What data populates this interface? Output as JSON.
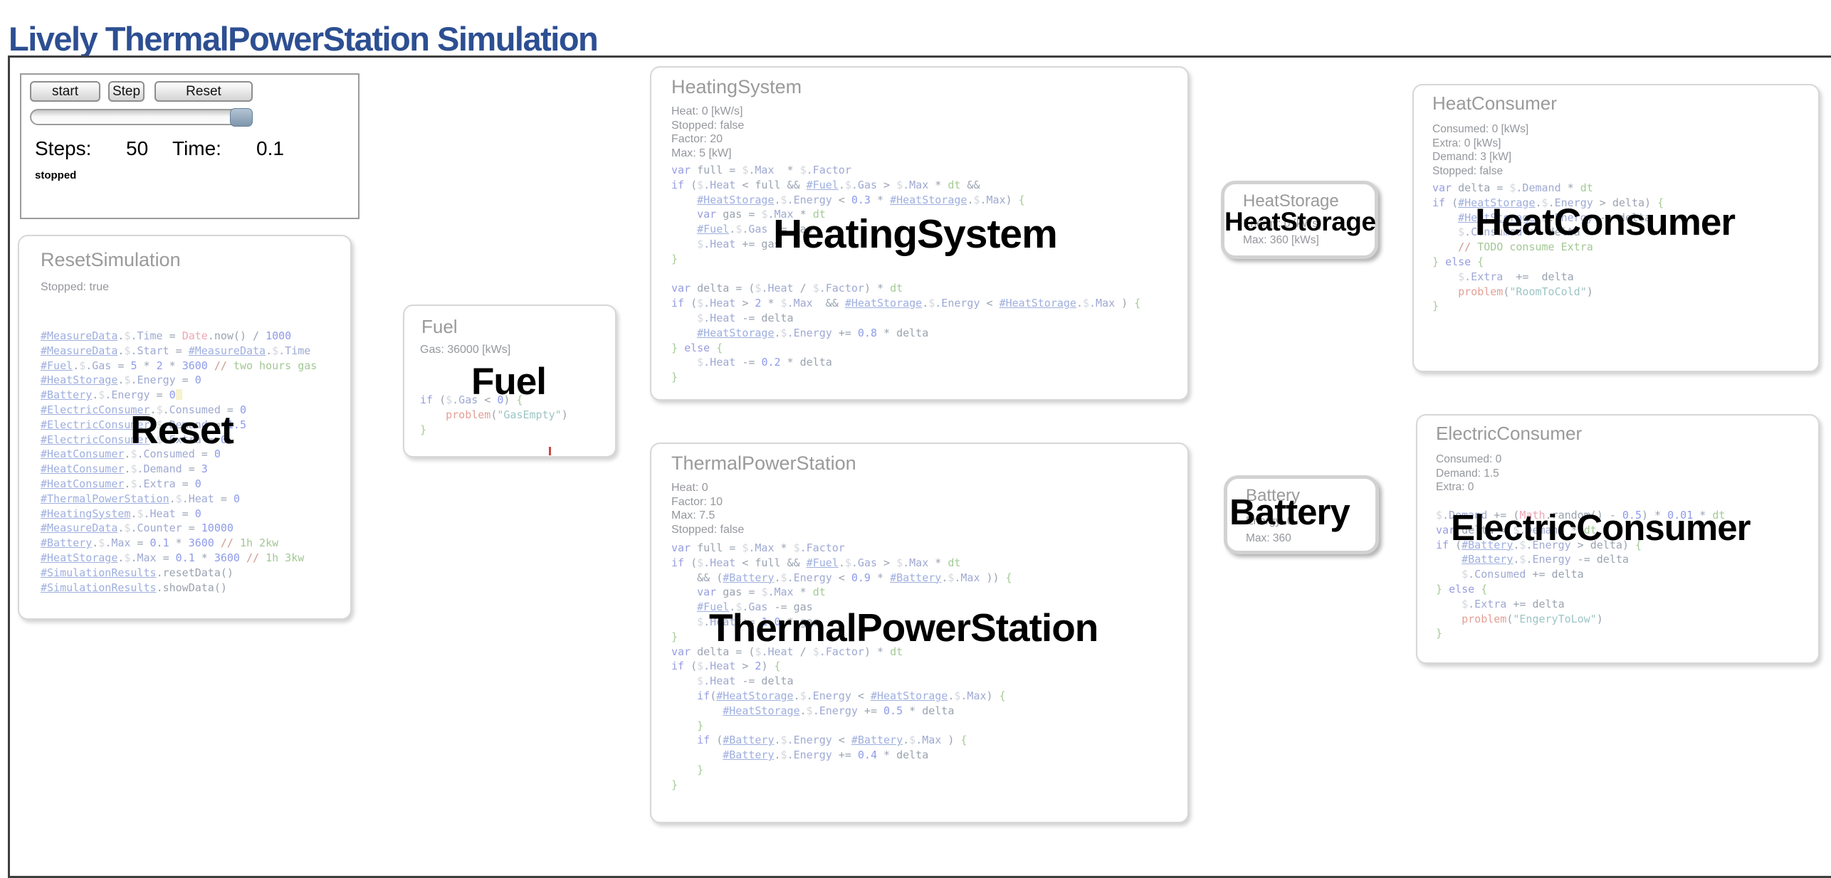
{
  "page": {
    "title": "Lively ThermalPowerStation Simulation"
  },
  "controls": {
    "start": "start",
    "step": "Step",
    "reset": "Reset",
    "steps_label": "Steps:",
    "steps_value": "50",
    "time_label": "Time:",
    "time_value": "0.1",
    "status": "stopped",
    "slider_value_percent": 100
  },
  "panels": {
    "reset_simulation": {
      "title": "ResetSimulation",
      "stats": [
        "Stopped: true"
      ],
      "code": [
        "#MeasureData.$.Time = Date.now() / 1000",
        "#MeasureData.$.Start = #MeasureData.$.Time",
        "#Fuel.$.Gas = 5 * 2 * 3600 // two hours gas",
        "#HeatStorage.$.Energy = 0",
        "#Battery.$.Energy = 0",
        "#ElectricConsumer.$.Consumed = 0",
        "#ElectricConsumer.$.Demand = 1.5",
        "#ElectricConsumer.$.Extra = 0",
        "#HeatConsumer.$.Consumed = 0",
        "#HeatConsumer.$.Demand = 3",
        "#HeatConsumer.$.Extra = 0",
        "#ThermalPowerStation.$.Heat = 0",
        "#HeatingSystem.$.Heat = 0",
        "#MeasureData.$.Counter = 10000",
        "#Battery.$.Max = 0.1 * 3600 // 1h 2kw",
        "#HeatStorage.$.Max = 0.1 * 3600 // 1h 3kw",
        "#SimulationResults.resetData()",
        "#SimulationResults.showData()"
      ],
      "caret_line": 5,
      "overlay": "Reset"
    },
    "fuel": {
      "title": "Fuel",
      "stats": [
        "Gas: 36000 [kWs]"
      ],
      "code": [
        "if ($.Gas < 0) {",
        "    problem(\"GasEmpty\")",
        "}"
      ],
      "overlay": "Fuel"
    },
    "heating_system": {
      "title": "HeatingSystem",
      "stats": [
        "Heat: 0 [kW/s]",
        "Stopped: false",
        "Factor: 20",
        "Max: 5 [kW]"
      ],
      "code": [
        "var full = $.Max  * $.Factor",
        "if ($.Heat < full && #Fuel.$.Gas > $.Max * dt &&",
        "    #HeatStorage.$.Energy < 0.3 * #HeatStorage.$.Max) {",
        "    var gas = $.Max * dt",
        "    #Fuel.$.Gas -= gas",
        "    $.Heat += gas",
        "}",
        "",
        "var delta = ($.Heat / $.Factor) * dt",
        "if ($.Heat > 2 * $.Max  && #HeatStorage.$.Energy < #HeatStorage.$.Max ) {",
        "    $.Heat -= delta",
        "    #HeatStorage.$.Energy += 0.8 * delta",
        "} else {",
        "    $.Heat -= 0.2 * delta",
        "}"
      ],
      "overlay": "HeatingSystem"
    },
    "thermal_power_station": {
      "title": "ThermalPowerStation",
      "stats": [
        "Heat: 0",
        "Factor: 10",
        "Max: 7.5",
        "Stopped: false"
      ],
      "code": [
        "var full = $.Max * $.Factor",
        "if ($.Heat < full && #Fuel.$.Gas > $.Max * dt",
        "    && (#Battery.$.Energy < 0.9 * #Battery.$.Max )) {",
        "    var gas = $.Max * dt",
        "    #Fuel.$.Gas -= gas",
        "    $.Heat += 1.0 * gas",
        "}",
        "var delta = ($.Heat / $.Factor) * dt",
        "if ($.Heat > 2) {",
        "    $.Heat -= delta",
        "    if(#HeatStorage.$.Energy < #HeatStorage.$.Max) {",
        "        #HeatStorage.$.Energy += 0.5 * delta",
        "    }",
        "    if (#Battery.$.Energy < #Battery.$.Max ) {",
        "        #Battery.$.Energy += 0.4 * delta",
        "    }",
        "}"
      ],
      "overlay": "ThermalPowerStation"
    },
    "heat_storage": {
      "title": "HeatStorage",
      "stats": [
        "Energy: 0 [kWs]",
        "Max: 360 [kWs]"
      ],
      "overlay": "HeatStorage"
    },
    "battery": {
      "title": "Battery",
      "stats": [
        "Energy: 0",
        "Max: 360"
      ],
      "overlay": "Battery"
    },
    "heat_consumer": {
      "title": "HeatConsumer",
      "stats": [
        "Consumed: 0 [kWs]",
        "Extra: 0 [kWs]",
        "Demand: 3 [kW]",
        "Stopped: false"
      ],
      "code": [
        "var delta = $.Demand * dt",
        "if (#HeatStorage.$.Energy > delta) {",
        "    #HeatStorage.$.Energy -= delta",
        "    $.Consumed += delta",
        "    // TODO consume Extra",
        "} else {",
        "    $.Extra  +=  delta",
        "    problem(\"RoomToCold\")",
        "}"
      ],
      "overlay": "HeatConsumer"
    },
    "electric_consumer": {
      "title": "ElectricConsumer",
      "stats": [
        "Consumed: 0",
        "Demand: 1.5",
        "Extra: 0"
      ],
      "code": [
        "$.Demand += (Math.random() - 0.5) * 0.01 * dt",
        "var delta = $.Demand * dt",
        "if (#Battery.$.Energy > delta) {",
        "    #Battery.$.Energy -= delta",
        "    $.Consumed += delta",
        "} else {",
        "    $.Extra += delta",
        "    problem(\"EngeryToLow\")",
        "}"
      ],
      "overlay": "ElectricConsumer"
    }
  },
  "colors": {
    "title_blue": "#2d4f92",
    "knob_blue": "#b3c4d4",
    "code": "#9aa3b0",
    "kw": "#979de1",
    "ref": "#9fafdf",
    "num": "#8e9bea",
    "str": "#9dc4c4",
    "fn": "#e39f96",
    "cls": "#eea6b5",
    "cmt": "#a3c795",
    "slash": "#d09a92",
    "dt": "#a3cb95",
    "brace": "#a5cb97",
    "dollar": "#d3d7dc",
    "prop": "#9fa9d2"
  }
}
